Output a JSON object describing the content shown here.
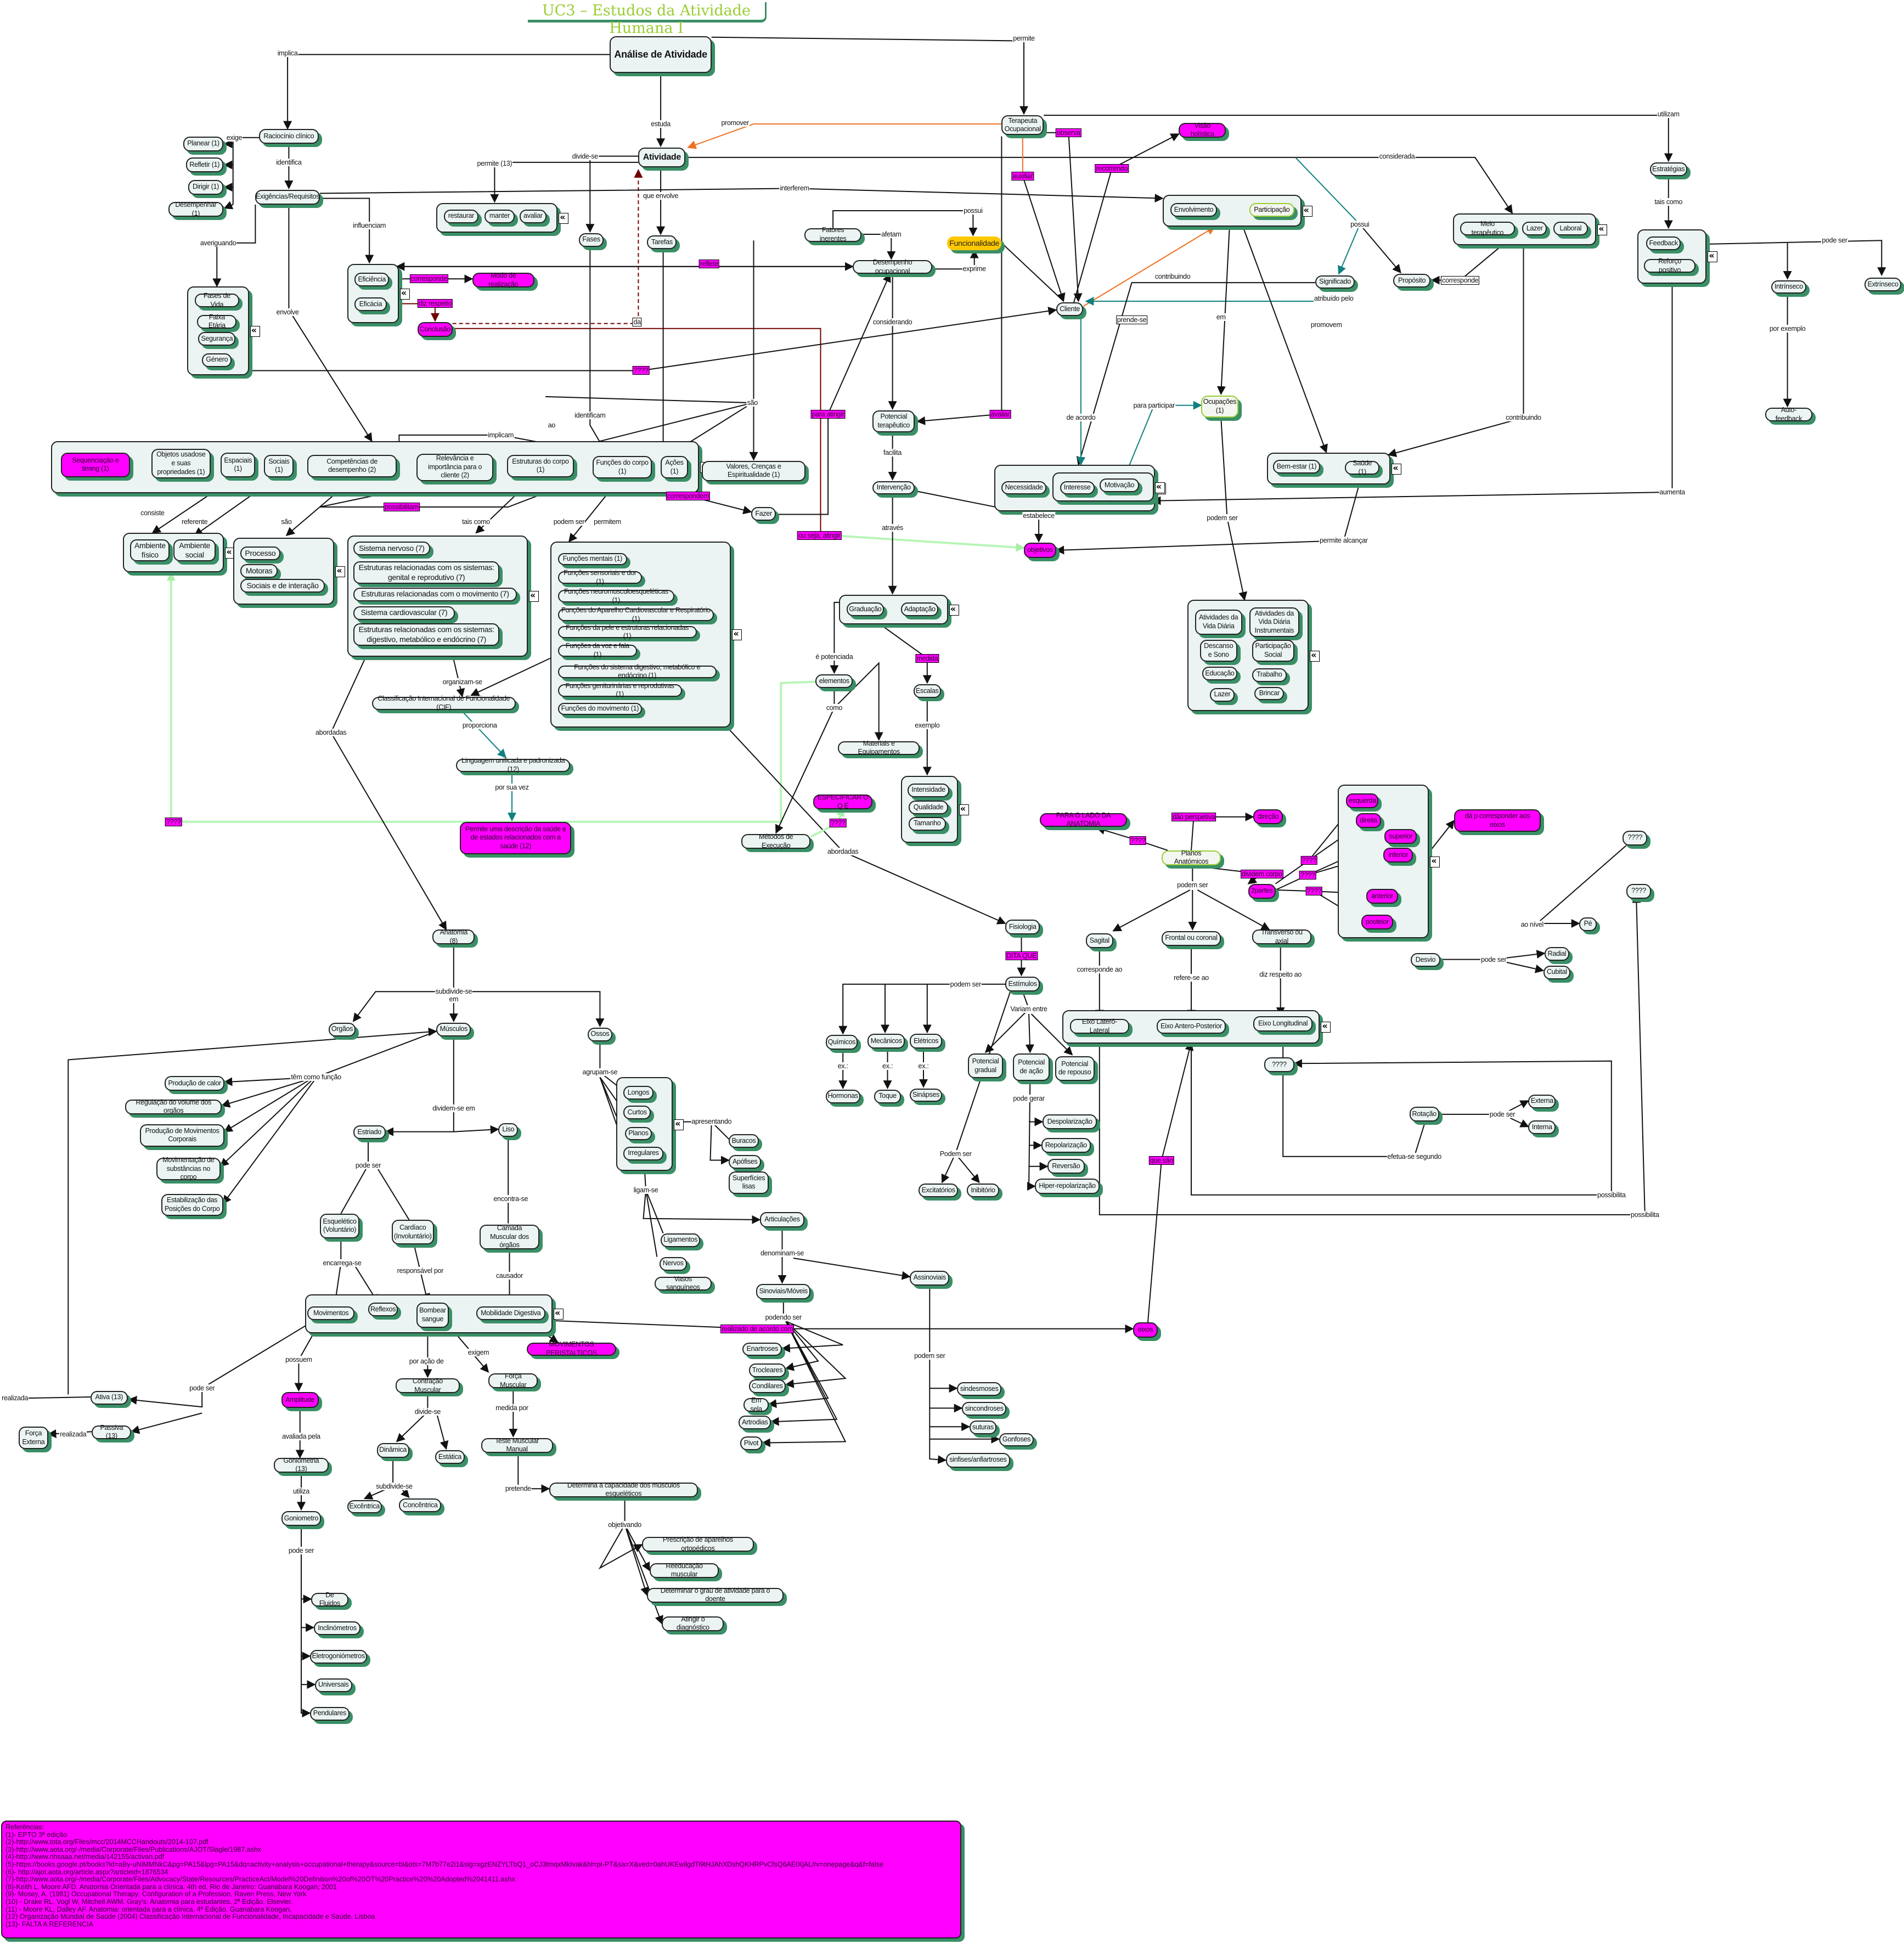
{
  "title": "UC3 – Estudos da Atividade Humana I",
  "colors": {
    "node_fill": "#ebf3f3",
    "shadow": "#3a8f66",
    "magenta": "#ff00ff",
    "yellow": "#ffc800",
    "orange": "#f07020",
    "teal": "#108080",
    "dark_red": "#700000",
    "light_green": "#b8f5b8",
    "title": "#9acd32"
  },
  "nodes": {
    "analise": "Análise de Atividade",
    "atividade": "Atividade",
    "racio": "Raciocínio clínico",
    "planear": "Planear (1)",
    "refletir": "Refletir (1)",
    "dirigir": "Dirigir (1)",
    "desempenhar": "Desempenhar (1)",
    "exig": "Exigências/Requisitos",
    "restaurar": "restaurar",
    "manter": "manter",
    "avaliar": "avaliar",
    "fases": "Fases",
    "tarefas": "Tarefas",
    "eficiencia": "Eficiência",
    "eficacia": "Eficácia",
    "modo": "Modo de realização",
    "conclusao": "Conclusão",
    "fasesvida": "Fases de Vida",
    "faixa": "Faixa Etária",
    "seguranca": "Segurança",
    "genero": "Género",
    "seq": "Sequenciação e timing (1)",
    "objetos": "Objetos usadose e suas propriedades (1)",
    "espaciais": "Espaciais (1)",
    "sociais": "Sociais (1)",
    "competencias": "Competências de desempenho (2)",
    "relevancia": "Relevância e importância para o cliente (2)",
    "estruturas": "Estruturas do corpo (1)",
    "funcoes": "Funções do corpo (1)",
    "acoes": "Ações (1)",
    "valores": "Valores, Crenças e Espiritualidade (1)",
    "fatores": "Fatores inerentes",
    "desempocup": "Desempenho ocupacional",
    "funcionalidade": "Funcionalidade",
    "terapeuta": "Terapeuta Ocupacional",
    "visao": "Visão holística",
    "envolvimento": "Envolvimento",
    "participacao": "Participação",
    "cliente": "Cliente",
    "significado": "Significado",
    "proposito": "Propósito",
    "meio": "Meio terapêutico",
    "lazer1": "Lazer",
    "laboral": "Laboral",
    "estrategias": "Estratégias",
    "feedback": "Feedback",
    "reforco": "Reforço positivo",
    "intrinseco": "Intrínseco",
    "extrinseco": "Extrínseco",
    "autofeedback": "Auto-feedback",
    "potencial": "Potencial terapêutico",
    "ocupacoes": "Ocupações (1)",
    "necessidade": "Necessidade",
    "interesse": "Interesse",
    "motivacao": "Motivação",
    "bemestar": "Bem-estar (1)",
    "saude": "Saúde (1)",
    "intervencao": "Intervenção",
    "fazer": "Fazer",
    "objetivos": "objetivos",
    "s1": "Sistema nervoso (7)",
    "s2": "Estruturas relacionadas com os sistemas: genital e reprodutivo (7)",
    "s3": "Estruturas relacionadas com o movimento (7)",
    "s4": "Sistema cardiovascular (7)",
    "s5": "Estruturas relacionadas com os sistemas: digestivo, metabólico e endócrino (7)",
    "f1": "Funções mentais (1)",
    "f2": "Funções sensoriais e dor (1)",
    "f3": "Funções neuromusculoesqueléticas (1)",
    "f4": "Funções do Aparelho Cardiovascular e Respiratório (1)",
    "f5": "Funções da pele e estruturas relacionadas (1)",
    "f6": "Funções da voz e fala (1)",
    "f7": "Funções do sistema digestivo, metabólico e endócrino (1)",
    "f8": "Funções geniturinárias e reprodutivas (1)",
    "f9": "Funções do movimento (1)",
    "ambfisico": "Ambiente físico",
    "ambsocial": "Ambiente social",
    "processo": "Processo",
    "motoras": "Motoras",
    "sociaisint": "Sociais e de interação",
    "cif": "Classificação Internacional de Funcionalidade (CIF)",
    "linguagem": "Linguagem unificada e padronizada (12)",
    "permitedesc": "Permite uma descrição da saúde e de estados relacionados com a saúde (12)",
    "graduacao": "Graduação",
    "adaptacao": "Adaptação",
    "elementos": "elementos",
    "escalas": "Escalas",
    "materiais": "Materiais e Equipamentos",
    "intensidade": "Intensidade",
    "qualidade": "Qualidade",
    "tamanho": "Tamanho",
    "especificar": "ESPECIFICAR O Q É",
    "metodos": "Métodos de Execução",
    "avd": "Atividades da Vida Diária",
    "avdi": "Atividades da Vida Diária Instrumentais",
    "descanso": "Descanso e Sono",
    "partsocial": "Participação Social",
    "educacao": "Educação",
    "trabalho": "Trabalho",
    "lazer2": "Lazer",
    "brincar": "Brincar",
    "paralado": "PARA O LADO DA ANATOMIA",
    "direcao": "direção",
    "planos": "Planos Anatómicos",
    "partes": "2partes",
    "esquerda": "esquerda",
    "direita": "direita",
    "superior": "superior",
    "inferior": "inferior",
    "anterior": "anterior",
    "posteior": "posteior",
    "dacorresp": "dá p corresponder aos eixos",
    "q1": "????",
    "q2": "????",
    "pe": "Pé",
    "desvio": "Desvio",
    "radial": "Radial",
    "cubital": "Cubital",
    "sagital": "Sagital",
    "frontal": "Frontal ou coronal",
    "transverso": "Transverso ou axial",
    "fisiologia": "Fisiologia",
    "estimulos": "Estímulos",
    "eixoll": "Eixo Lateró-Lateral",
    "eixoap": "Eixo Antero-Posterior",
    "eixolong": "Eixo Longitudinal",
    "q3": "????",
    "rotacao": "Rotação",
    "externa": "Externa",
    "interna": "Interna",
    "quimicos": "Químicos",
    "mecanicos": "Mecânicos",
    "eletricos": "Elétricos",
    "hormonas": "Hormonas",
    "toque": "Toque",
    "sinapses": "Sinápses",
    "pgradual": "Potencial gradual",
    "pacao": "Potencial de ação",
    "prepouso": "Potencial de repouso",
    "despol": "Despolarização",
    "repol": "Repolarização",
    "reversao": "Reversão",
    "hiper": "Hiper-repolarização",
    "excit": "Excitatórios",
    "inib": "Inibitório",
    "anatomia": "Anatomia (8)",
    "orgaos": "Orgãos",
    "musculos": "Músculos",
    "ossos": "Ossos",
    "prodcalor": "Produção de calor",
    "regulacao": "Regulação do volume dos orgãos",
    "prodmov": "Produção de Movimentos Corporais",
    "movsubst": "Movimentação de substâncias no corpo",
    "estab": "Estabilização das Posições do Corpo",
    "estriado": "Estriado",
    "uso": "Liso",
    "longos": "Longos",
    "curtos": "Curtos",
    "planosos": "Planos",
    "irregulares": "Irregulares",
    "buracos": "Buracos",
    "apofises": "Apófises",
    "superficies": "Superfícies lisas",
    "esqueletico": "Esquelético (Voluntário)",
    "cardiaco": "Cardíaco (Involuntário)",
    "camada": "Camada Muscular dos órgãos",
    "movimentos": "Movimentos",
    "reflexos": "Reflexos",
    "bombear": "Bombear sangue",
    "mobdig": "Mobilidade Digestiva",
    "movperist": "MOVIMENTOS PERISTALTICOS",
    "ligamentos": "Ligamentos",
    "nervos": "Nervos",
    "vasos": "Vasos sanguíneos",
    "articulacoes": "Articulações",
    "sinoviais": "Sinoviais/Móveis",
    "assinoviais": "Assinoviais",
    "enartroses": "Enartroses",
    "trocleares": "Trocleares",
    "condilares": "Condilares",
    "emsela": "Em sela",
    "artrodias": "Artrodias",
    "pivot": "Pivot",
    "eixosm": "eixos",
    "sindesmoses": "sindesmoses",
    "sincondroses": "sincondroses",
    "suturas": "suturas",
    "gonfoses": "Gonfoses",
    "sinfises": "sinfises/anfiartroses",
    "ativa": "Ativa (13)",
    "passiva": "Passiva (13)",
    "forcaext": "Força Externa",
    "amplitude": "Amplitude",
    "contracao": "Contração Muscular",
    "forca": "Força Muscular",
    "dinamica": "Dinâmica",
    "estatica": "Estática",
    "teste": "Teste Muscular Manual",
    "excentrica": "Excêntrica",
    "concentrica": "Concêntrica",
    "determina": "Determina a capacidade dos músculos esqueléticos",
    "gonio13": "Goniometria (13)",
    "goniometro": "Goniometro",
    "prescricao": "Prescrição de aparelhos ortopédicos",
    "reeducacao": "Reeducação muscular",
    "determinar": "Determinar o grau de atividade para o doente",
    "atingir": "Atingir o diagnóstico",
    "fluidos": "De Fluidos",
    "inclinometros": "Inclinómetros",
    "eletrogon": "Eletrogoniómetros",
    "universais": "Universais",
    "pendulares": "Pendulares"
  },
  "labels": [
    "implica",
    "permite",
    "estuda",
    "promover",
    "divide-se",
    "permite (13)",
    "que envolve",
    "exige",
    "identifica",
    "influenciam",
    "averiguando",
    "envolve",
    "interferem",
    "considerada",
    "utilizam",
    "tais como",
    "pode ser",
    "por exemplo",
    "possui",
    "afetam",
    "exprime",
    "contribuindo",
    "possui",
    "atribuído pelo",
    "promovem",
    "em",
    "considerando",
    "são",
    "implicam",
    "identificam",
    "ao",
    "de acordo",
    "para participar",
    "contribuindo",
    "facilita",
    "estabelece",
    "aumenta",
    "permite alcançar",
    "podem ser",
    "através",
    "consiste",
    "referente",
    "são",
    "tais como",
    "podem ser",
    "permitem",
    "organizam-se",
    "proporciona",
    "por sua vez",
    "abordadas",
    "é potenciada",
    "como",
    "exemplo",
    "abordadas",
    "observa",
    "auxiliar",
    "recorrendo",
    "reflete",
    "corresponde",
    "diz respeito",
    "????",
    "da",
    "prende-se",
    "corresponde",
    "para atingir",
    "avaliar",
    "ou seja, atingir",
    "possibilitam",
    "correspondem",
    "medida",
    "????",
    "podem ser",
    "dão perspetiva",
    "????",
    "dividem corpo",
    "????",
    "????",
    "????",
    "corresponde ao",
    "refere-se ao",
    "diz respeito ao",
    "ao nível",
    "pode ser",
    "pode ser",
    "efetua-se segundo",
    "possibilita",
    "possibilita",
    "DITA QUE",
    "podem ser",
    "Variam entre",
    "ex.:",
    "ex.:",
    "ex.:",
    "pode gerar",
    "Podem ser",
    "que são",
    "subdivide-se",
    "em",
    "têm como função",
    "dividem-se em",
    "pode ser",
    "agrupam-se",
    "apresentando",
    "ligam-se",
    "encontra-se",
    "encarrega-se",
    "responsável por",
    "causador",
    "denominam-se",
    "podendo ser",
    "realizado de acordo com",
    "podem ser",
    "possuem",
    "por ação de",
    "exigem",
    "pode ser",
    "realizada",
    "realizada",
    "avaliada pela",
    "divide-se",
    "medida por",
    "utiliza",
    "subdivide-se",
    "pretende",
    "objetivando",
    "pode ser",
    "????"
  ],
  "references": {
    "heading": "Referências:",
    "items": [
      "(1)- EPTO 3ª edição",
      "(2)-http://www.tota.org/Files/mcc/2014MCCHandouts/2014-107.pdf",
      "(3)-http://www.aota.org/-/media/Corporate/Files/Publications/AJOT/Slagle/1987.ashx",
      "(4)-http://www.nhsaaa.net/media/142155/activan.pdf",
      "(5)-https://books.google.pt/books?id=aBy-uNiMMNkC&pg=PA15&lpg=PA15&dq=activity+analysis+occupational+therapy&source=bl&ots=7M7b77e2i1&sig=xgzENZYLTbQ1_oCJ3tmqxMkIvak&hl=pt-PT&sa=X&ved=0ahUKEwilgdTi9tHJAhXDshQKHRPvCfsQ6AEIXjAL#v=onepage&q&f=false",
      "(6)- http://ajot.aota.org/article.aspx?articleid=1876534",
      "(7)-http://www.aota.org/-/media/Corporate/Files/Advocacy/State/Resources/PracticeAct/Model%20Definition%20of%20OT%20Practice%20%20Adopted%2041411.ashx",
      "(8)-Keith L. Moore AFD. Anatomia Orientada para a clínica. 4th ed. Rio de Janeiro: Guanabara Koogan; 2001",
      "(9)- Mosey, A. (1981) Occupational Therapy: Configuration of a Profession. Raven Press, New York",
      "(10) - Drake RL, Vogl W, Mitchell AWM. Gray's: Anatomia para estudantes. 2ª Edição. Elsevier.",
      "(11) - Moore KL, Dalley AF. Anatomia: orientada para a clínica. 4ª Edição. Guanabara Koogan.",
      "(12) Organização Mundial de Saúde (2004) Classificação Internacional de Funcionalidade, Incapacidade e Saúde. Lisboa",
      "(13)- FALTA A REFERENCIA"
    ]
  }
}
